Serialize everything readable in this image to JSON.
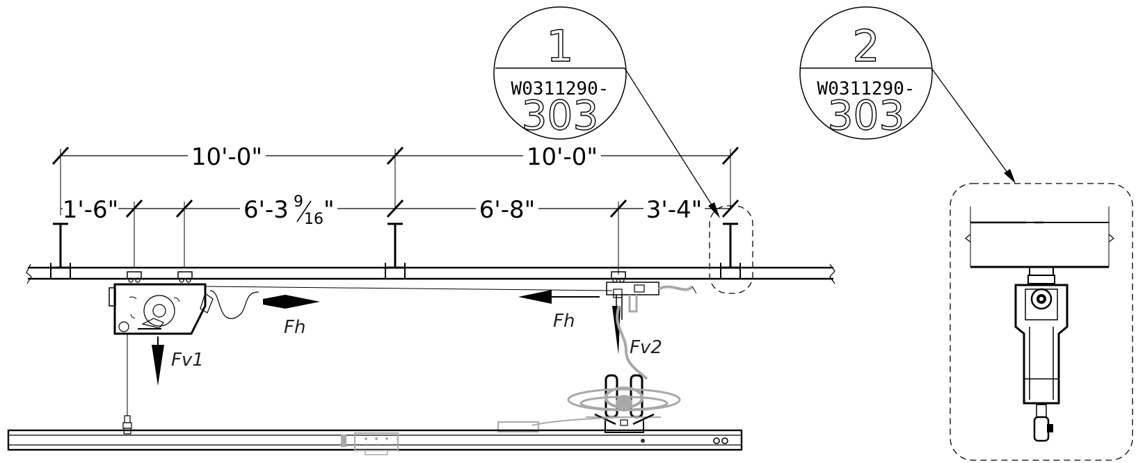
{
  "dimensions": {
    "top": [
      "10'-0\"",
      "10'-0\""
    ],
    "bottom": [
      "1'-6\"",
      "6'-3",
      "6'-8\"",
      "3'-4\""
    ],
    "fraction": {
      "num": "9",
      "den": "16",
      "suffix": "\""
    }
  },
  "forces": {
    "fh_left": "Fh",
    "fh_right": "Fh",
    "fv1": "Fv1",
    "fv2": "Fv2"
  },
  "callouts": [
    {
      "number": "1",
      "drawing_ref": "W0311290-",
      "sheet": "303"
    },
    {
      "number": "2",
      "drawing_ref": "W0311290-",
      "sheet": "303"
    }
  ]
}
